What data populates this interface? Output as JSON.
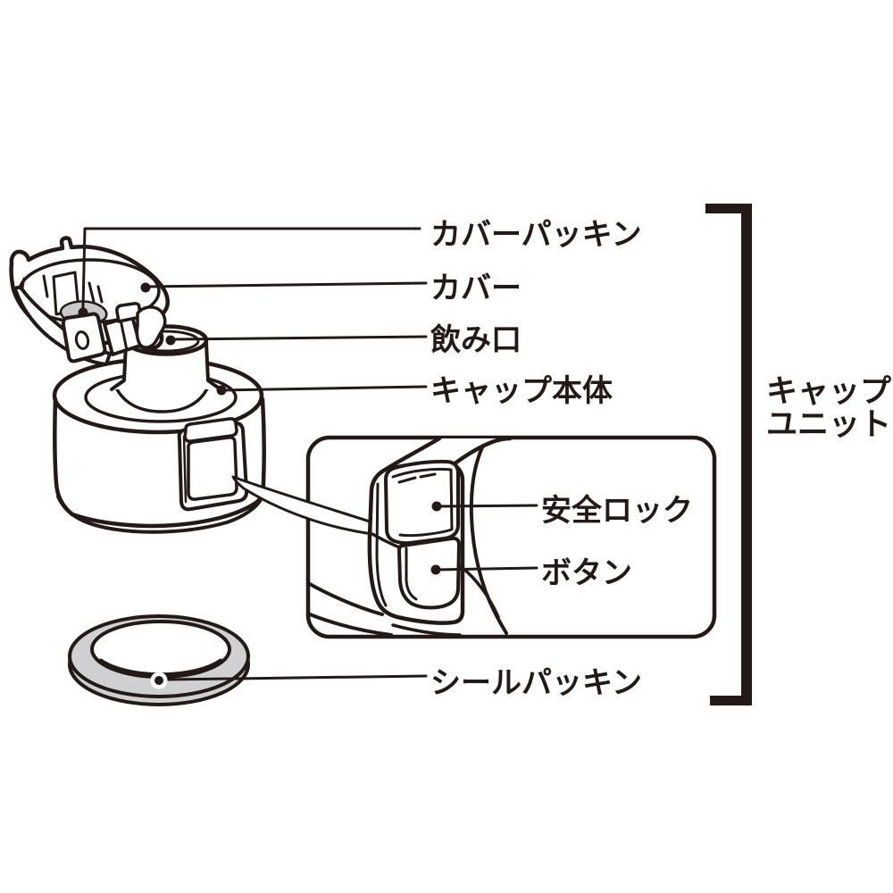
{
  "diagram": {
    "title_context": "bottle cap unit parts diagram",
    "labels": {
      "cover_packing": "カバーパッキン",
      "cover": "カバー",
      "spout": "飲み口",
      "cap_body": "キャップ本体",
      "safety_lock": "安全ロック",
      "button": "ボタン",
      "seal_packing": "シールパッキン",
      "cap_unit_line1": "キャップ",
      "cap_unit_line2": "ユニット"
    },
    "colors": {
      "line": "#231916",
      "packing_fill": "#c9c9ca",
      "background": "#ffffff"
    }
  }
}
